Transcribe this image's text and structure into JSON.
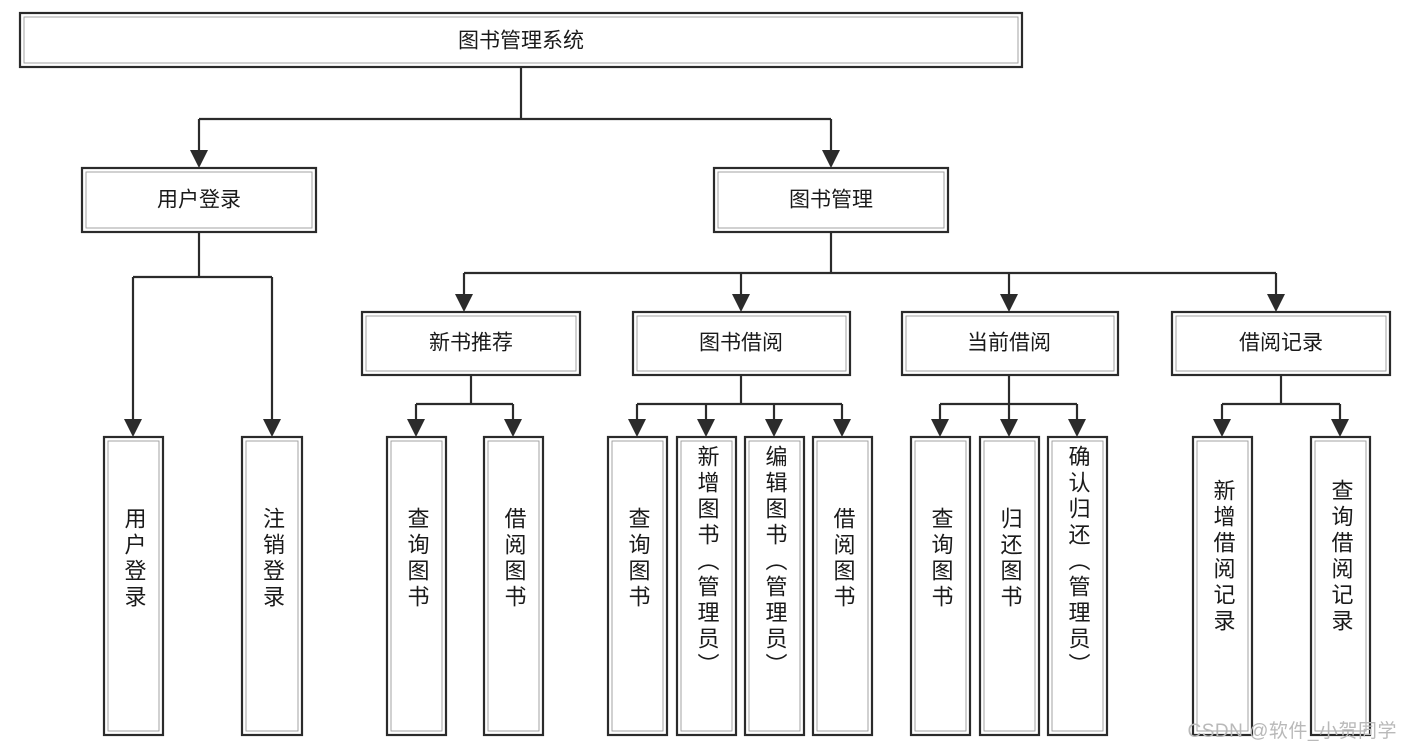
{
  "diagram": {
    "title": "图书管理系统",
    "type": "hierarchy-tree",
    "watermark": "CSDN @软件_小贺同学",
    "colors": {
      "box_stroke": "#2b2b2b",
      "box_fill": "#ffffff",
      "connector": "#2b2b2b",
      "text": "#1a1a1a",
      "watermark": "#b9b9b9",
      "background": "#ffffff"
    },
    "root": {
      "label": "图书管理系统"
    },
    "level2": [
      {
        "label": "用户登录"
      },
      {
        "label": "图书管理"
      }
    ],
    "level3": [
      {
        "label": "新书推荐"
      },
      {
        "label": "图书借阅"
      },
      {
        "label": "当前借阅"
      },
      {
        "label": "借阅记录"
      }
    ],
    "leaves": {
      "user_login": [
        {
          "label": "用户登录"
        },
        {
          "label": "注销登录"
        }
      ],
      "new_book_recommend": [
        {
          "label": "查询图书"
        },
        {
          "label": "借阅图书"
        }
      ],
      "book_borrow": [
        {
          "label": "查询图书"
        },
        {
          "label": "新增图书（管理员）"
        },
        {
          "label": "编辑图书（管理员）"
        },
        {
          "label": "借阅图书"
        }
      ],
      "current_borrow": [
        {
          "label": "查询图书"
        },
        {
          "label": "归还图书"
        },
        {
          "label": "确认归还（管理员）"
        }
      ],
      "borrow_record": [
        {
          "label": "新增借阅记录"
        },
        {
          "label": "查询借阅记录"
        }
      ]
    }
  }
}
